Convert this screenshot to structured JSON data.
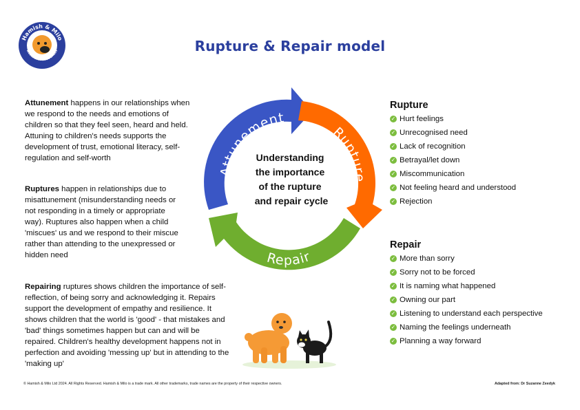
{
  "logo": {
    "text_top": "Hamish & Milo",
    "text_bottom": "WELLBEING RESOURCES"
  },
  "title": "Rupture & Repair model",
  "left": {
    "attunement": {
      "lead": "Attunement",
      "text": " happens in our relationships when we respond to the needs and emotions of children so that they feel seen, heard and held. Attuning to children's needs supports the development of trust, emotional literacy, self-regulation and self-worth"
    },
    "ruptures": {
      "lead": "Ruptures",
      "text": " happen in relationships due to misattunement (misunderstanding needs or not responding in a timely or appropriate way). Ruptures also happen when a child 'miscues' us and we respond to their miscue rather than attending to the unexpressed or hidden need"
    },
    "repairing": {
      "lead": "Repairing",
      "text": " ruptures shows children the importance of self-reflection, of being sorry and acknowledging it. Repairs support the development of empathy and resilience. It shows children that the world is 'good' - that mistakes and 'bad' things sometimes happen but can and will be repaired. Children's healthy development happens not in perfection and avoiding 'messing up' but in attending to the 'making up'"
    }
  },
  "cycle": {
    "attunement_label": "Attunement",
    "rupture_label": "Rupture",
    "repair_label": "Repair",
    "center_lines": [
      "Understanding",
      "the importance",
      "of the rupture",
      "and repair cycle"
    ],
    "colors": {
      "attunement": "#3a56c5",
      "rupture": "#ff6a00",
      "repair": "#6fae2f"
    }
  },
  "rupture": {
    "heading": "Rupture",
    "items": [
      "Hurt feelings",
      "Unrecognised need",
      "Lack of recognition",
      "Betrayal/let down",
      "Miscommunication",
      "Not feeling heard and understood",
      "Rejection"
    ]
  },
  "repair": {
    "heading": "Repair",
    "items": [
      "More than sorry",
      "Sorry not to be forced",
      "It is naming what happened",
      "Owning our part",
      "Listening to understand each perspective",
      "Naming the feelings underneath",
      "Planning a way forward"
    ]
  },
  "footer": {
    "left": "© Hamish & Milo Ltd 2024. All Rights Reserved. Hamish & Milo is a trade mark. All other trademarks, trade names are the property of their respective owners.",
    "right": "Adapted from: Dr Suzanne Zeedyk"
  }
}
